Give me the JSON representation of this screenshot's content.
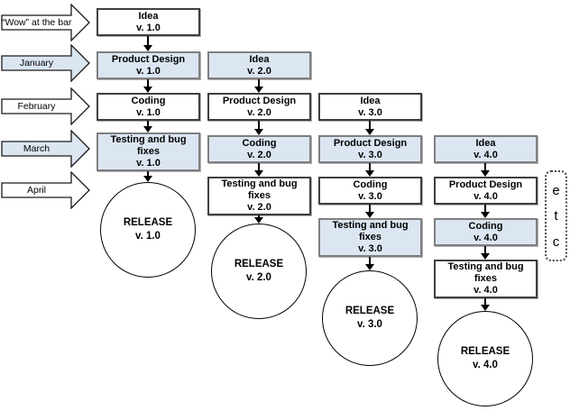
{
  "colors": {
    "highlight": "#dce6f2",
    "box_border": "#3f3f3f",
    "highlight_border": "#7f7f7f"
  },
  "timeline": [
    {
      "label": "“Wow” at the bar",
      "highlighted": false
    },
    {
      "label": "January",
      "highlighted": true
    },
    {
      "label": "February",
      "highlighted": false
    },
    {
      "label": "March",
      "highlighted": true
    },
    {
      "label": "April",
      "highlighted": false
    }
  ],
  "columns": [
    {
      "name": "v. 1.0",
      "steps": [
        {
          "label": "Idea",
          "version": "v. 1.0",
          "highlighted": false
        },
        {
          "label": "Product Design",
          "version": "v. 1.0",
          "highlighted": true
        },
        {
          "label": "Coding",
          "version": "v. 1.0",
          "highlighted": false
        },
        {
          "label": "Testing and bug fixes",
          "version": "v. 1.0",
          "highlighted": true
        }
      ],
      "release": {
        "label": "RELEASE",
        "version": "v. 1.0"
      }
    },
    {
      "name": "v. 2.0",
      "steps": [
        {
          "label": "Idea",
          "version": "v. 2.0",
          "highlighted": true
        },
        {
          "label": "Product Design",
          "version": "v. 2.0",
          "highlighted": false
        },
        {
          "label": "Coding",
          "version": "v. 2.0",
          "highlighted": true
        },
        {
          "label": "Testing and bug fixes",
          "version": "v. 2.0",
          "highlighted": false
        }
      ],
      "release": {
        "label": "RELEASE",
        "version": "v. 2.0"
      }
    },
    {
      "name": "v. 3.0",
      "steps": [
        {
          "label": "Idea",
          "version": "v. 3.0",
          "highlighted": false
        },
        {
          "label": "Product Design",
          "version": "v. 3.0",
          "highlighted": true
        },
        {
          "label": "Coding",
          "version": "v. 3.0",
          "highlighted": false
        },
        {
          "label": "Testing and bug fixes",
          "version": "v. 3.0",
          "highlighted": true
        }
      ],
      "release": {
        "label": "RELEASE",
        "version": "v. 3.0"
      }
    },
    {
      "name": "v. 4.0",
      "steps": [
        {
          "label": "Idea",
          "version": "v. 4.0",
          "highlighted": true
        },
        {
          "label": "Product Design",
          "version": "v. 4.0",
          "highlighted": false
        },
        {
          "label": "Coding",
          "version": "v. 4.0",
          "highlighted": true
        },
        {
          "label": "Testing and bug fixes",
          "version": "v. 4.0",
          "highlighted": false
        }
      ],
      "release": {
        "label": "RELEASE",
        "version": "v. 4.0"
      }
    }
  ],
  "etc": {
    "letters": [
      "e",
      "t",
      "c"
    ]
  }
}
